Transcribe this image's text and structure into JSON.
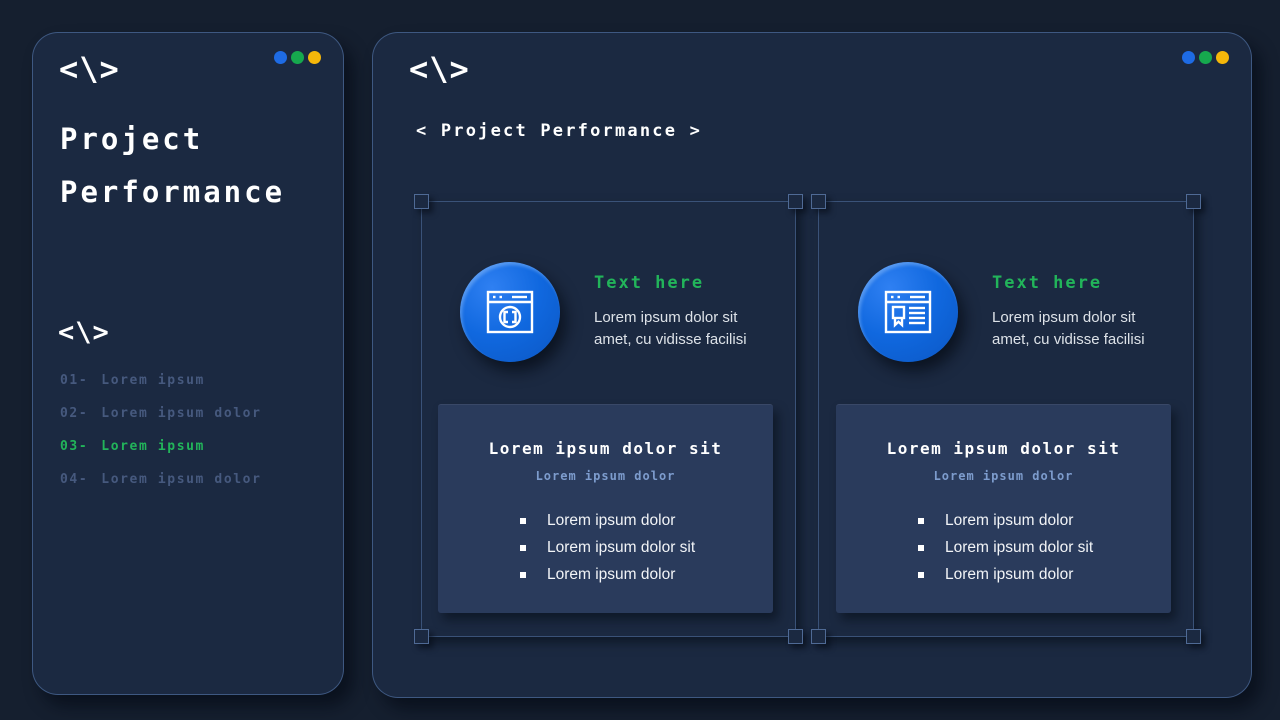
{
  "theme": {
    "green": "#22b45a",
    "dot_blue": "#1e6be4",
    "dot_green": "#16a84e",
    "dot_yellow": "#f5b70a",
    "page_bg": "#151f2f",
    "panel_bg": "#1b2941",
    "inner_card_bg": "#2a3b5c",
    "icon_circle_blue": "#1068df"
  },
  "sidebar": {
    "logo": "<\\>",
    "title_line1": "Project",
    "title_line2": "Performance",
    "section_logo": "<\\>",
    "items": [
      {
        "number": "01-",
        "label": "Lorem ipsum"
      },
      {
        "number": "02-",
        "label": "Lorem ipsum dolor"
      },
      {
        "number": "03-",
        "label": "Lorem ipsum"
      },
      {
        "number": "04-",
        "label": "Lorem ipsum dolor"
      }
    ],
    "active_item": "03- Lorem ipsum"
  },
  "main": {
    "logo": "<\\>",
    "breadcrumb": "< Project Performance >",
    "cards": [
      {
        "icon": "browser-code-icon",
        "heading": "Text here",
        "description": "Lorem ipsum dolor sit amet, cu vidisse facilisi",
        "box": {
          "title": "Lorem ipsum dolor sit",
          "subtitle": "Lorem ipsum dolor",
          "bullets": [
            "Lorem ipsum dolor",
            "Lorem ipsum dolor sit",
            "Lorem ipsum dolor"
          ]
        }
      },
      {
        "icon": "browser-certificate-icon",
        "heading": "Text here",
        "description": "Lorem ipsum dolor sit amet, cu vidisse facilisi",
        "box": {
          "title": "Lorem ipsum dolor sit",
          "subtitle": "Lorem ipsum dolor",
          "bullets": [
            "Lorem ipsum dolor",
            "Lorem ipsum dolor sit",
            "Lorem ipsum dolor"
          ]
        }
      }
    ]
  }
}
